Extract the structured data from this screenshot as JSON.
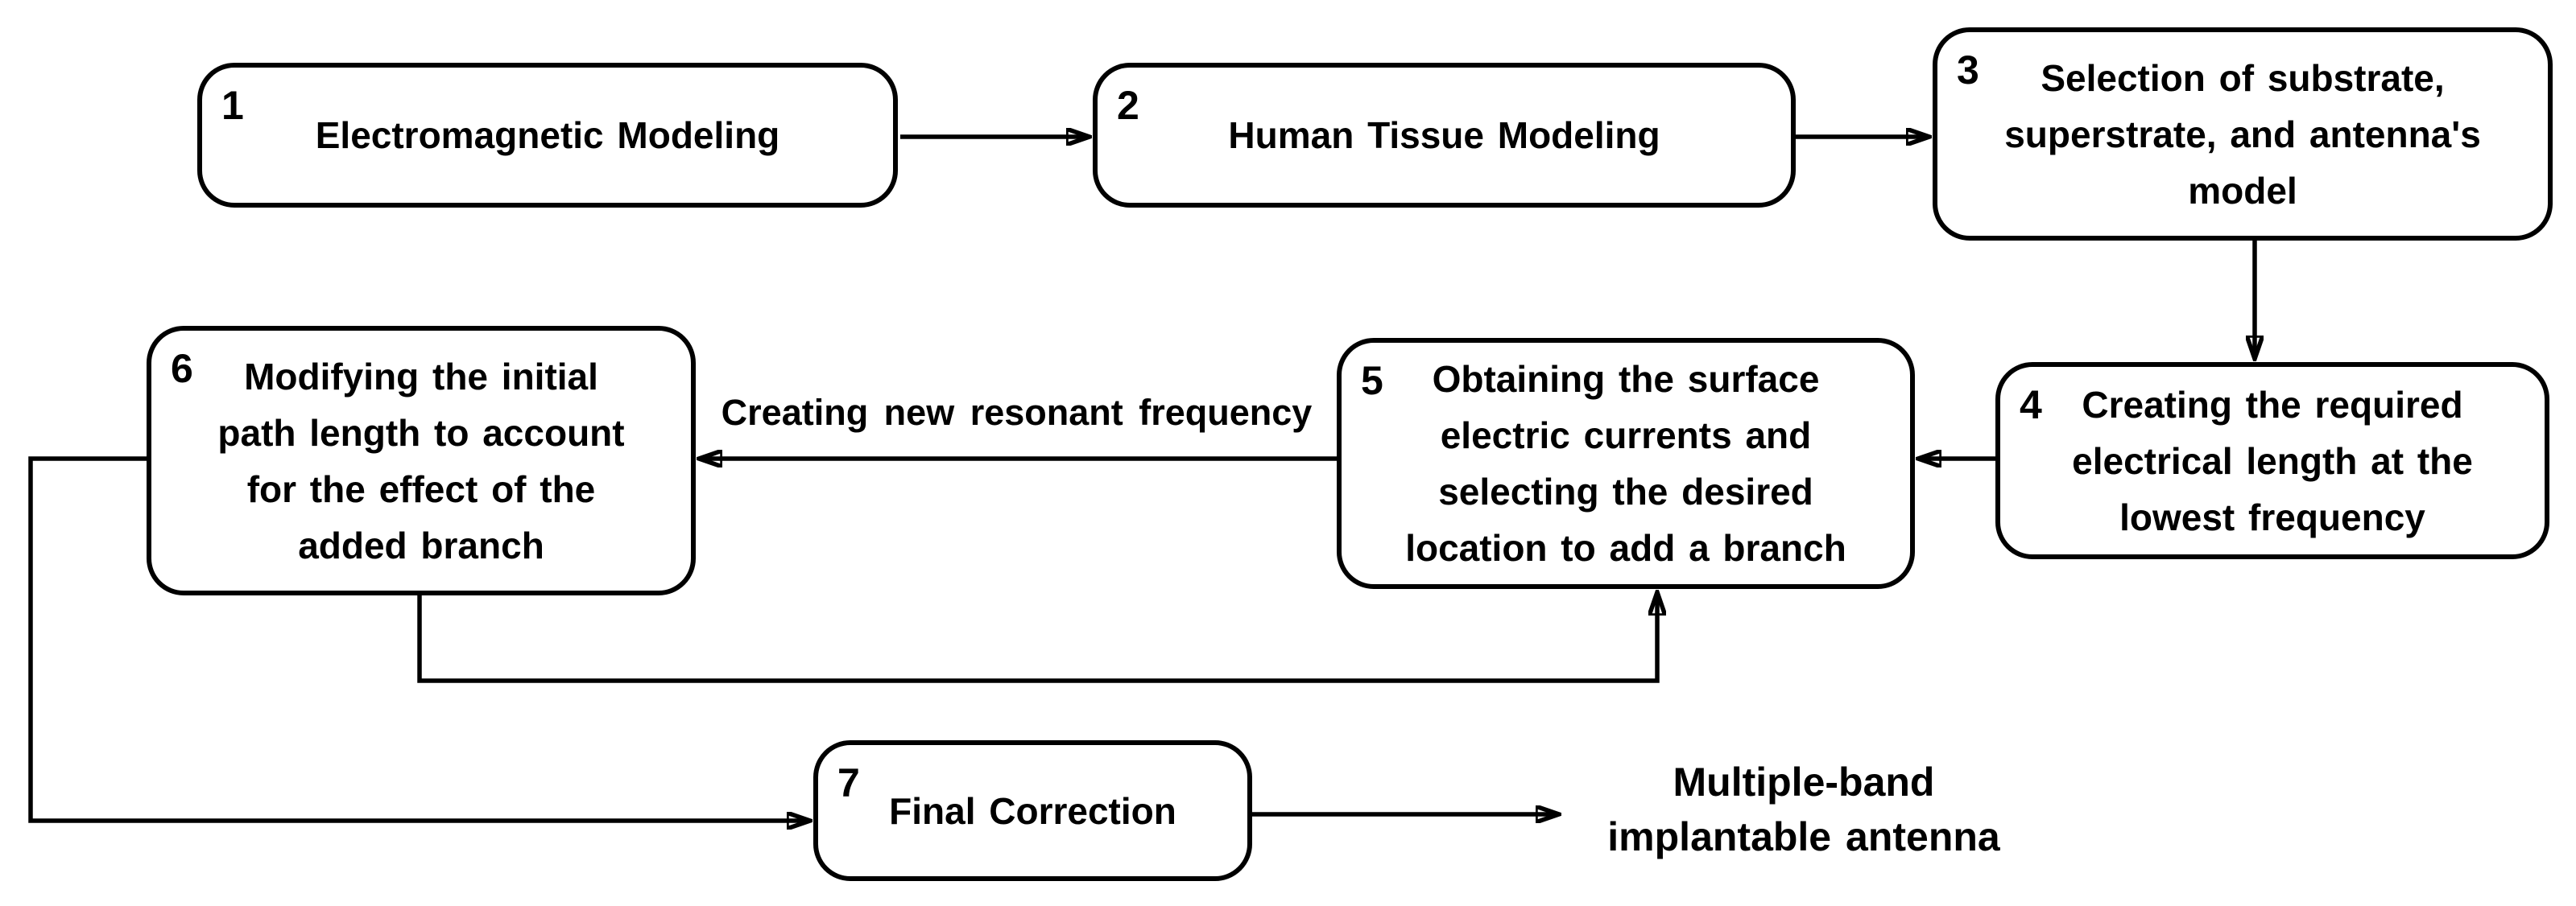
{
  "diagram": {
    "type": "flowchart",
    "colors": {
      "background": "#ffffff",
      "line": "#000000",
      "text": "#000000",
      "box_fill": "#ffffff"
    },
    "steps": [
      {
        "number": "1",
        "label": "Electromagnetic Modeling"
      },
      {
        "number": "2",
        "label": "Human Tissue Modeling"
      },
      {
        "number": "3",
        "label": "Selection of substrate,\nsuperstrate, and antenna's\nmodel"
      },
      {
        "number": "4",
        "label": "Creating the required\nelectrical length at the\nlowest frequency"
      },
      {
        "number": "5",
        "label": "Obtaining the surface\nelectric currents and\nselecting the desired\nlocation to add a branch"
      },
      {
        "number": "6",
        "label": "Modifying the initial\npath length to account\nfor the effect of the\nadded branch"
      },
      {
        "number": "7",
        "label": "Final Correction"
      }
    ],
    "edge_label": "Creating new resonant frequency",
    "output_label": "Multiple-band\nimplantable antenna",
    "flow": [
      "1 -> 2",
      "2 -> 3",
      "3 -> 4",
      "4 -> 5",
      "5 -> 6 (Creating new resonant frequency)",
      "6 -> 5 (feedback loop via bottom)",
      "6 -> 7 (via left side)",
      "7 -> Multiple-band implantable antenna"
    ]
  }
}
